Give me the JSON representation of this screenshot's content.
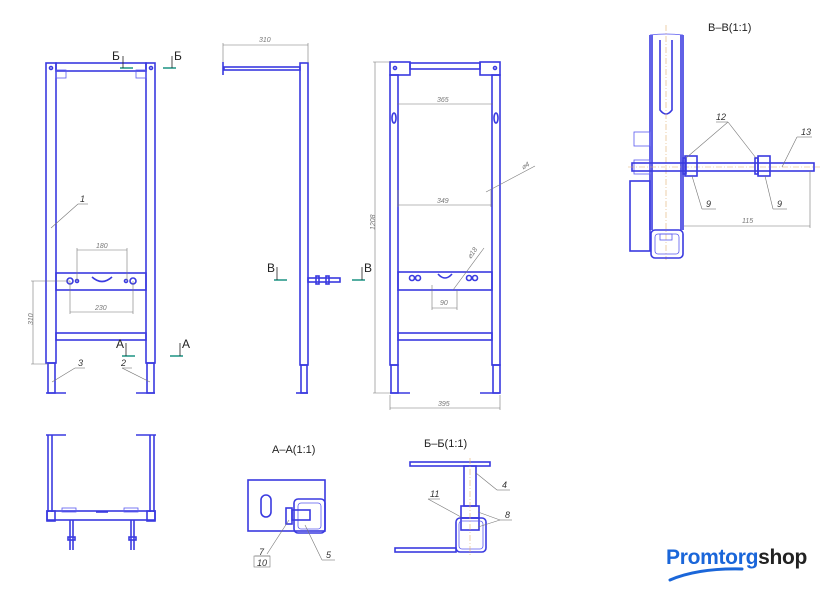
{
  "views": {
    "front": {
      "callouts": [
        "1",
        "2",
        "3"
      ],
      "dims": [
        "180",
        "230",
        "310"
      ],
      "section_marks": [
        "Б",
        "Б",
        "А",
        "А"
      ]
    },
    "side": {
      "dims": [
        "310"
      ],
      "section_marks": [
        "В",
        "В"
      ]
    },
    "rear": {
      "dims": [
        "365",
        "349",
        "1208",
        "395",
        "90",
        "⌀4",
        "⌀18"
      ]
    },
    "section_vv": {
      "title": "В–В(1:1)",
      "callouts": [
        "12",
        "13",
        "9",
        "9"
      ],
      "dims": [
        "115"
      ]
    },
    "section_aa": {
      "title": "А–А(1:1)",
      "callouts": [
        "7",
        "10",
        "5"
      ]
    },
    "section_bb": {
      "title": "Б–Б(1:1)",
      "callouts": [
        "4",
        "11",
        "8"
      ]
    }
  },
  "logo": {
    "part1": "Promtorg",
    "part2": "shop",
    "colors": {
      "brand": "#1a66d9",
      "dark": "#222222"
    }
  }
}
